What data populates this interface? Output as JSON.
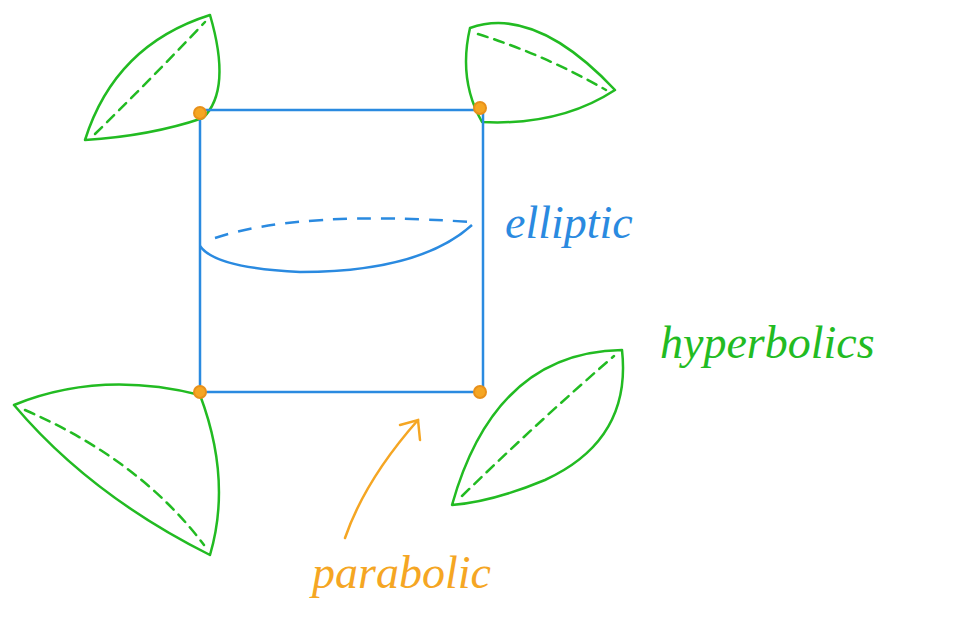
{
  "diagram": {
    "labels": [
      "elliptic",
      "hyperbolics",
      "parabolic"
    ]
  }
}
